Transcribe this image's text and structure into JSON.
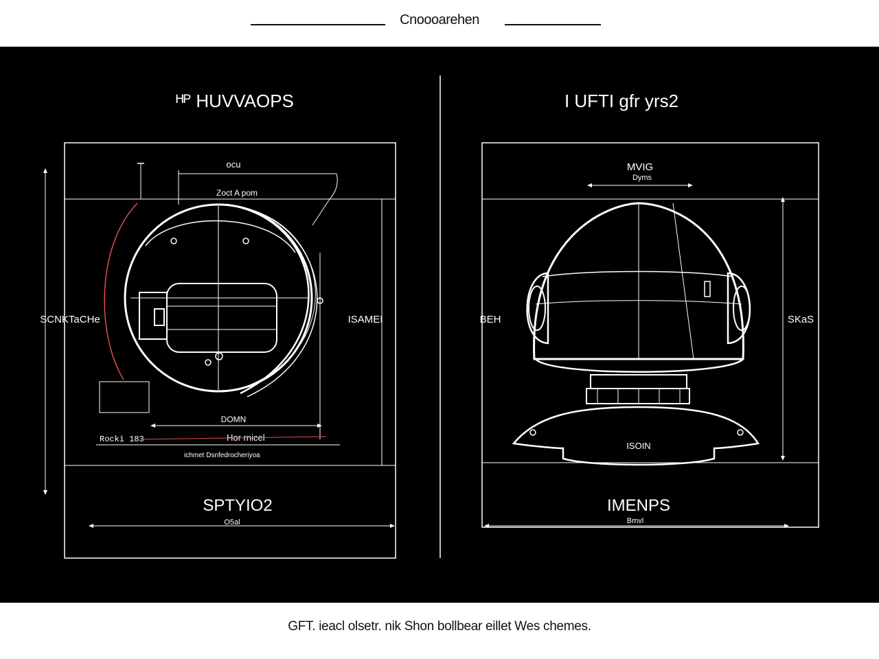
{
  "header": {
    "title": "Cnoooarehen"
  },
  "left_view": {
    "title": "ᴴᴾ HUVVAOPS",
    "dim_top": "ocu",
    "dim_top_sub": "Zoct A pom",
    "dim_left": "SCNKTaCHe",
    "dim_right": "ISAMEI",
    "dim_bottom_inner": "DOMN",
    "note_row_1": "Rocki 183",
    "note_row_2": "Hor rnicel",
    "note_row_3": "ichmet Dsnfedrocheriyoa",
    "label": "SPTYIO2",
    "label_sub": "O5al"
  },
  "right_view": {
    "title": "I   UFTI gfr yrs2",
    "dim_top": "MVIG",
    "dim_top_sub": "Dyms",
    "dim_left": "BEH",
    "dim_right": "SKaS",
    "base_label": "ISOIN",
    "label": "IMENPS",
    "label_sub": "Bmvl"
  },
  "caption": "GFT. ieacl olsetr. nik Shon bollbear eillet Wes chemes."
}
